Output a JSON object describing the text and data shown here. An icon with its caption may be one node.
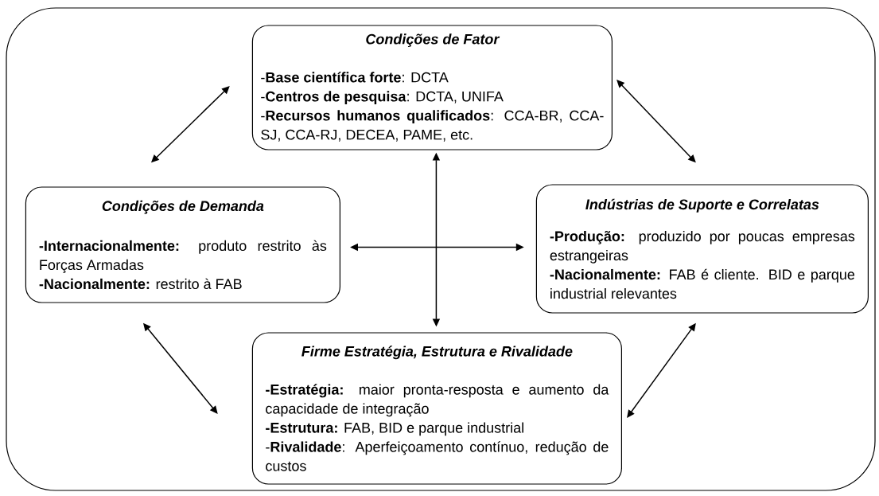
{
  "diagram": {
    "nodes": [
      {
        "text": [],
        "shape": "box"
      },
      {
        "text": [
          "Condições de Fator",
          "-**Base científica forte**: DCTA",
          "-**Centros de pesquisa**: DCTA, UNIFA",
          "-**Recursos humanos qualificados**: CCA-BR, CCA-SJ, CCA-RJ, DECEA, PAME, etc."
        ],
        "in": 0
      },
      {
        "text": [
          "Condições de Demanda",
          "**-Internacionalmente:** produto restrito às Forças Armadas",
          "**-Nacionalmente:** restrito à FAB"
        ],
        "in": 0
      },
      {
        "text": [
          "Indústrias de Suporte e Correlatas",
          "**-Produção:** produzido por poucas empresas estrangeiras",
          "**-Nacionalmente:** FAB é cliente. BID e parque industrial relevantes"
        ],
        "in": 0
      },
      {
        "text": [
          "Firme Estratégia, Estrutura e Rivalidade",
          "**-Estratégia:** maior pronta-resposta e aumento da capacidade de integração",
          "**-Estrutura:** FAB, BID e parque industrial",
          "-**Rivalidade**: Aperfeiçoamento contínuo, redução de custos"
        ],
        "in": 0
      }
    ],
    "edges": [
      {
        "from": 1,
        "to": 2,
        "arrow": "both"
      },
      {
        "from": 1,
        "to": 3,
        "arrow": "both"
      },
      {
        "from": 1,
        "to": 4,
        "arrow": "both"
      },
      {
        "from": 2,
        "to": 3,
        "arrow": "both"
      },
      {
        "from": 2,
        "to": 4,
        "arrow": "both"
      },
      {
        "from": 3,
        "to": 4,
        "arrow": "both"
      }
    ]
  }
}
